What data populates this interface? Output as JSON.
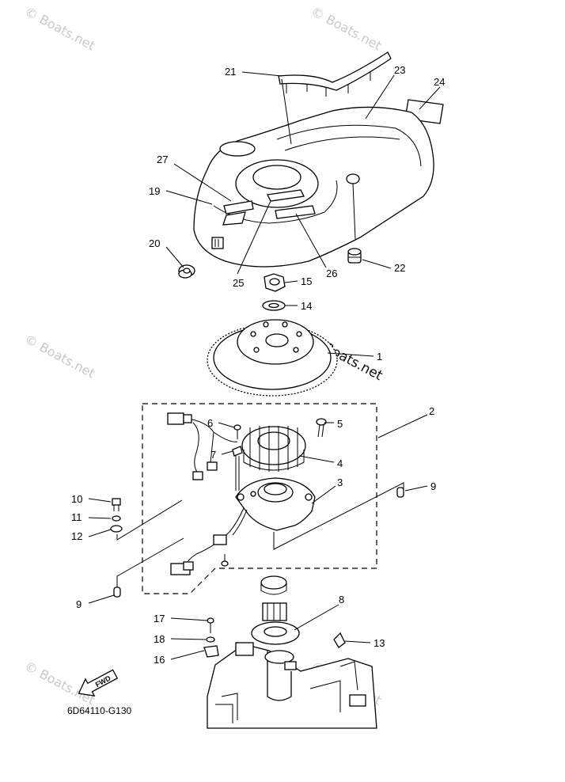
{
  "diagram_code": "6D64110-G130",
  "fwd_label": "FWD",
  "watermark": "© Boats.net",
  "callouts": [
    {
      "id": "c21",
      "label": "21"
    },
    {
      "id": "c23",
      "label": "23"
    },
    {
      "id": "c24",
      "label": "24"
    },
    {
      "id": "c27",
      "label": "27"
    },
    {
      "id": "c19",
      "label": "19"
    },
    {
      "id": "c20",
      "label": "20"
    },
    {
      "id": "c25",
      "label": "25"
    },
    {
      "id": "c26",
      "label": "26"
    },
    {
      "id": "c22",
      "label": "22"
    },
    {
      "id": "c15",
      "label": "15"
    },
    {
      "id": "c14",
      "label": "14"
    },
    {
      "id": "c1",
      "label": "1"
    },
    {
      "id": "c2",
      "label": "2"
    },
    {
      "id": "c6",
      "label": "6"
    },
    {
      "id": "c5",
      "label": "5"
    },
    {
      "id": "c7",
      "label": "7"
    },
    {
      "id": "c4",
      "label": "4"
    },
    {
      "id": "c3",
      "label": "3"
    },
    {
      "id": "c9a",
      "label": "9"
    },
    {
      "id": "c10",
      "label": "10"
    },
    {
      "id": "c11",
      "label": "11"
    },
    {
      "id": "c12",
      "label": "12"
    },
    {
      "id": "c9b",
      "label": "9"
    },
    {
      "id": "c8",
      "label": "8"
    },
    {
      "id": "c17",
      "label": "17"
    },
    {
      "id": "c18",
      "label": "18"
    },
    {
      "id": "c13",
      "label": "13"
    },
    {
      "id": "c16",
      "label": "16"
    }
  ]
}
